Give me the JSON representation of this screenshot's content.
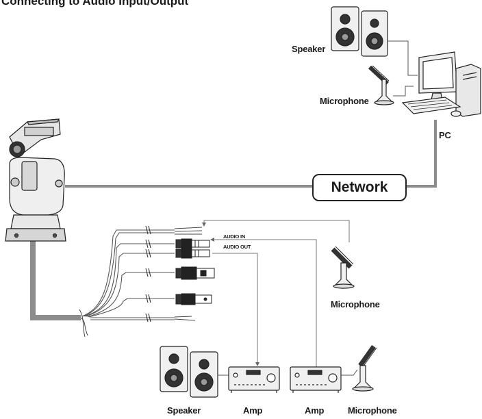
{
  "title": "Connecting to Audio Input/Output",
  "labels": {
    "speaker_top": "Speaker",
    "microphone_top": "Microphone",
    "pc": "PC",
    "network": "Network",
    "audio_in": "AUDIO IN",
    "audio_out": "AUDIO OUT",
    "microphone_mid": "Microphone",
    "speaker_bottom": "Speaker",
    "amp_left": "Amp",
    "amp_right": "Amp",
    "microphone_bottom": "Microphone"
  },
  "colors": {
    "cable": "#8c8c8c",
    "outline": "#222222",
    "fill_light": "#e6e6e6"
  }
}
